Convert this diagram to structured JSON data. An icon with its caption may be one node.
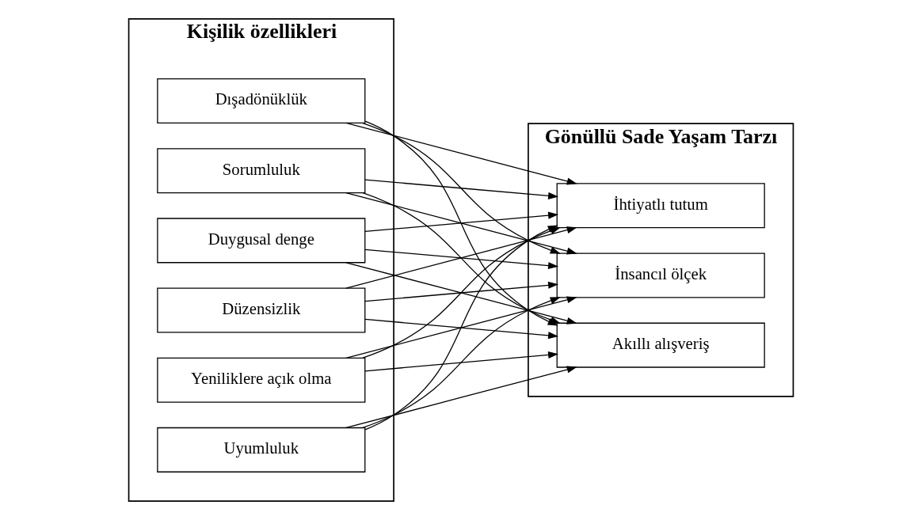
{
  "diagram": {
    "nodes": [
      {
        "text": [
          "Kişilik özellikleri"
        ]
      },
      {
        "text": [
          "Yeniliklere açık olma"
        ],
        "in": 0
      },
      {
        "text": [
          "Uyumluluk"
        ],
        "in": 0
      },
      {
        "text": [
          "Dışadönüklük"
        ],
        "in": 0
      },
      {
        "text": [
          "Sorumluluk"
        ],
        "in": 0
      },
      {
        "text": [
          "Duygusal denge"
        ],
        "in": 0
      },
      {
        "text": [
          "Düzensizlik"
        ],
        "in": 0
      },
      {
        "text": [
          "Gönüllü Sade Yaşam Tarzı"
        ]
      },
      {
        "text": [
          "Akıllı alışveriş"
        ],
        "in": 7
      },
      {
        "text": [
          "İhtiyatlı tutum"
        ],
        "in": 7
      },
      {
        "text": [
          "İnsancıl ölçek"
        ],
        "in": 7
      }
    ],
    "edges": [
      {
        "from": 1,
        "to": 8,
        "arrow": "to"
      },
      {
        "from": 1,
        "to": 9,
        "arrow": "to"
      },
      {
        "from": 1,
        "to": 10,
        "arrow": "to"
      },
      {
        "from": 2,
        "to": 8,
        "arrow": "to"
      },
      {
        "from": 2,
        "to": 9,
        "arrow": "to"
      },
      {
        "from": 2,
        "to": 10,
        "arrow": "to"
      },
      {
        "from": 3,
        "to": 8,
        "arrow": "to"
      },
      {
        "from": 3,
        "to": 9,
        "arrow": "to"
      },
      {
        "from": 3,
        "to": 10,
        "arrow": "to"
      },
      {
        "from": 4,
        "to": 8,
        "arrow": "to"
      },
      {
        "from": 4,
        "to": 9,
        "arrow": "to"
      },
      {
        "from": 4,
        "to": 10,
        "arrow": "to"
      },
      {
        "from": 5,
        "to": 8,
        "arrow": "to"
      },
      {
        "from": 5,
        "to": 9,
        "arrow": "to"
      },
      {
        "from": 5,
        "to": 10,
        "arrow": "to"
      },
      {
        "from": 6,
        "to": 8,
        "arrow": "to"
      },
      {
        "from": 6,
        "to": 9,
        "arrow": "to"
      },
      {
        "from": 6,
        "to": 10,
        "arrow": "to"
      }
    ]
  }
}
